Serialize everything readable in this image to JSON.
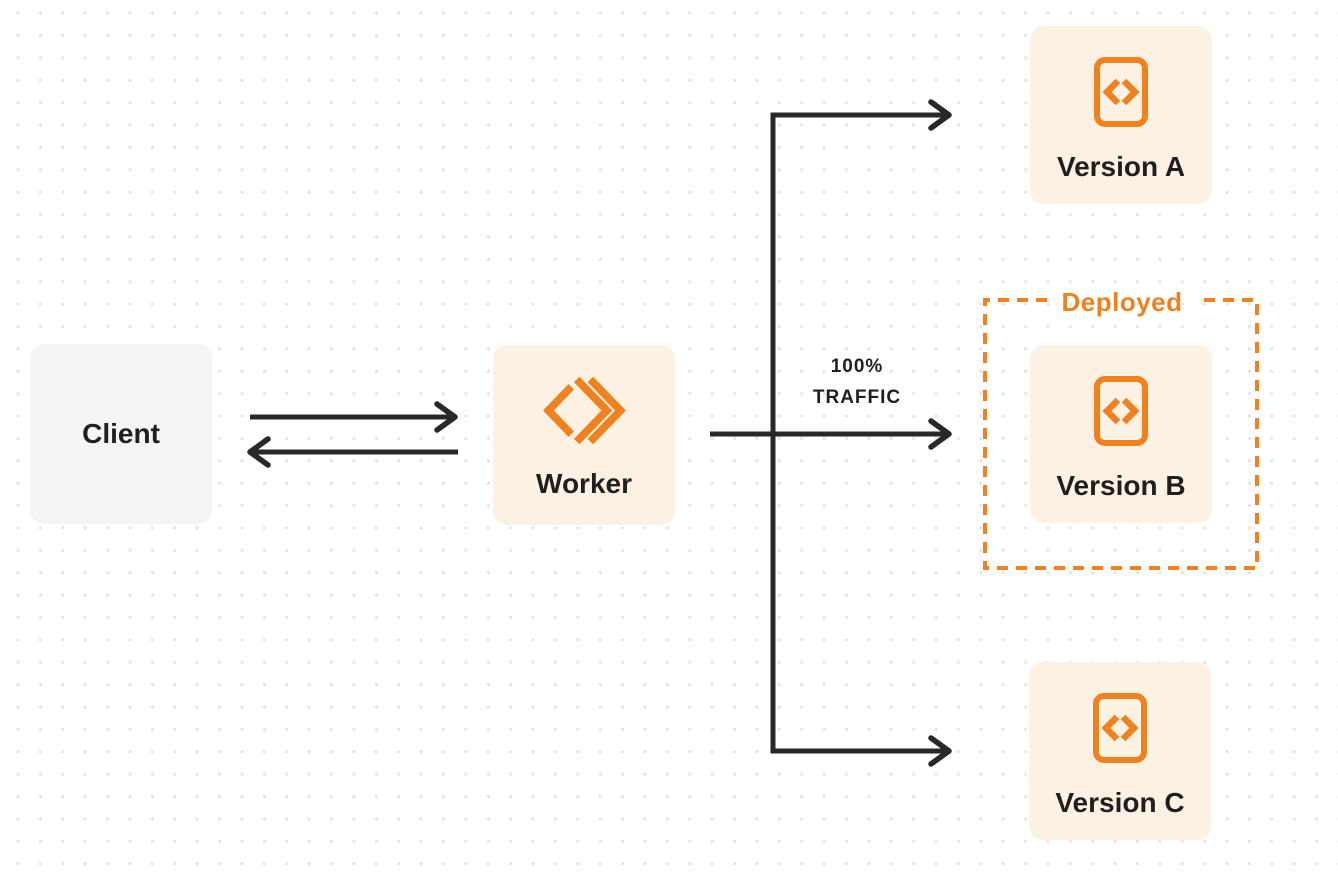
{
  "colors": {
    "accent_orange": "#EF811F",
    "box_cream": "#FCF1E3",
    "box_gray": "#F4F5F6",
    "arrow_dark": "#282828",
    "text_dark": "#1F1F1F",
    "dot_gray": "#E3E3E6"
  },
  "nodes": {
    "client": {
      "label": "Client"
    },
    "worker": {
      "label": "Worker",
      "icon": "workers-logo-icon"
    },
    "version_a": {
      "label": "Version A",
      "icon": "code-file-icon"
    },
    "version_b": {
      "label": "Version B",
      "icon": "code-file-icon"
    },
    "version_c": {
      "label": "Version C",
      "icon": "code-file-icon"
    }
  },
  "annotations": {
    "deployed_label": "Deployed",
    "traffic_line1": "100%",
    "traffic_line2": "TRAFFIC"
  },
  "connections": [
    {
      "from": "client",
      "to": "worker",
      "direction": "right"
    },
    {
      "from": "worker",
      "to": "client",
      "direction": "left"
    },
    {
      "from": "worker",
      "to": "version_a"
    },
    {
      "from": "worker",
      "to": "version_b",
      "label": "100% TRAFFIC"
    },
    {
      "from": "worker",
      "to": "version_c"
    }
  ]
}
